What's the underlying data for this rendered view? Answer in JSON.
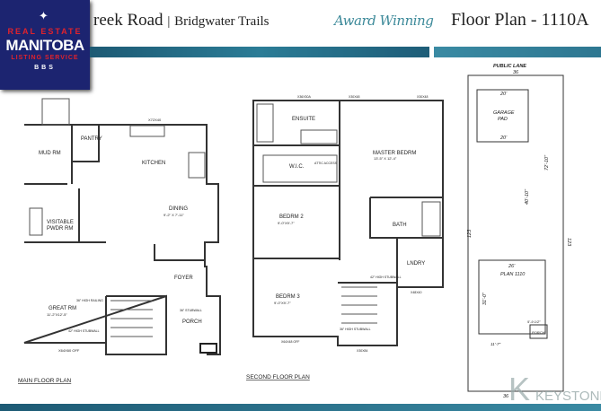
{
  "header": {
    "title": "reek Road",
    "separator": "|",
    "subtitle": "Bridgwater Trails",
    "award": "Award Winning",
    "plan_title": "Floor Plan - 1110A"
  },
  "logo": {
    "line1": "REAL ESTATE",
    "line2": "MANITOBA",
    "line3": "LISTING SERVICE",
    "line4": "BBS"
  },
  "main_floor": {
    "label": "MAIN FLOOR PLAN",
    "rooms": {
      "mud": "MUD RM",
      "pantry": "PANTRY",
      "kitchen": "KITCHEN",
      "dining": "DINING",
      "dining_dim": "9'-2\" X 7'-11\"",
      "pwdr1": "VISITABLE",
      "pwdr2": "PWDR RM",
      "great": "GREAT RM",
      "great_dim": "11'-2\"X12'-5\"",
      "foyer": "FOYER",
      "porch": "PORCH"
    },
    "notes": {
      "window_top": "X72X40",
      "window_bottom": "X64X60 OFF",
      "railing": "36\" HIGH RAILING",
      "stubwall": "42\" HIGH STUBWALL",
      "porch_stub": "36\" STUBWALL"
    }
  },
  "second_floor": {
    "label": "SECOND FLOOR PLAN",
    "rooms": {
      "ensuite": "ENSUITE",
      "master": "MASTER BEDRM",
      "master_dim": "13'-5\" X 12'-4\"",
      "wic": "W.I.C.",
      "attic": "ATTIC ACCESS",
      "bed2": "BEDRM 2",
      "bed2_dim": "9'-0\"X9'-7\"",
      "bath": "BATH",
      "laundry": "LNDRY",
      "bed3": "BEDRM 3",
      "bed3_dim": "9'-0\"X9'-7\""
    },
    "notes": {
      "win1": "X36X30A",
      "win2": "X30X48",
      "win3": "X30X48",
      "win_bottom": "X64X48 OFF",
      "win_stair": "X30X84",
      "win_laundry": "X48X40",
      "stub42": "42\" HIGH STUBWALL",
      "stub36": "36\" HIGH STUBWALL"
    }
  },
  "site_plan": {
    "lane": "PUBLIC LANE",
    "top_width": "36",
    "bottom_width": "36",
    "left_len": "123",
    "right_len": "123",
    "garage1": "GARAGE",
    "garage2": "PAD",
    "garage_w": "20'",
    "garage_d": "20'",
    "setback_rear": "72'-10\"",
    "yard": "40'-10\"",
    "house": "PLAN 1110",
    "house_w": "26'",
    "house_d": "31'-0\"",
    "porch": "PORCH",
    "dim_a": "11'-7\"",
    "dim_b": "5'-9 1/2\""
  },
  "watermark": "KEYSTONE"
}
